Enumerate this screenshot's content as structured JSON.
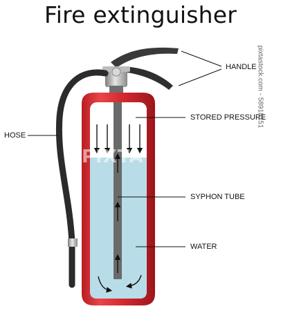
{
  "title": "Fire extinguisher",
  "labels": {
    "handle": "HANDLE",
    "stored_pressure": "STORED PRESSURE",
    "hose": "HOSE",
    "syphon_tube": "SYPHON TUBE",
    "water": "WATER"
  },
  "stock_id": "pixtastock.com - 58918151",
  "watermark": "PIXTA",
  "colors": {
    "cylinder_red": "#d42a2f",
    "water_blue": "#b9dde8",
    "hose_dark": "#2b2b2b",
    "valve_gray": "#9a9a9a"
  }
}
